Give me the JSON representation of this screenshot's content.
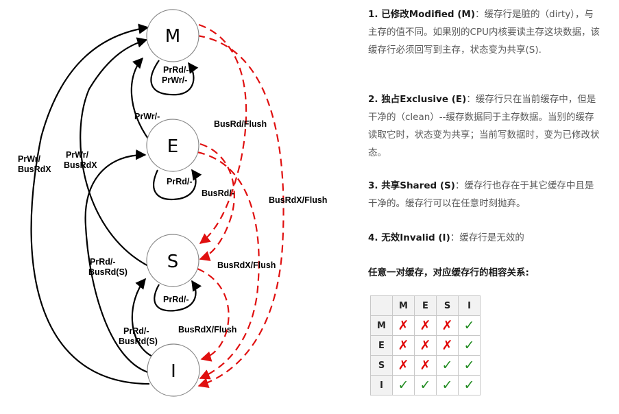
{
  "diagram": {
    "states": [
      {
        "id": "M",
        "label": "M"
      },
      {
        "id": "E",
        "label": "E"
      },
      {
        "id": "S",
        "label": "S"
      },
      {
        "id": "I",
        "label": "I"
      }
    ],
    "edge_labels": {
      "m_self": [
        "PrRd/-",
        "PrWr/-"
      ],
      "e_to_m": "PrWr/-",
      "e_self": "PrRd/-",
      "s_self": "PrRd/-",
      "i_to_m": [
        "PrWr/",
        "BusRdX"
      ],
      "s_to_m": [
        "PrWr/",
        "BusRdX"
      ],
      "i_to_e": [
        "PrRd/-",
        "BusRd(S)"
      ],
      "i_to_s": [
        "PrRd/-",
        "BusRd(S)"
      ],
      "m_to_s": "BusRd/Flush",
      "e_to_s": "BusRd/-",
      "m_to_i": "BusRdX/Flush",
      "e_to_i": "BusRdX/Flush",
      "s_to_i": "BusRdX/Flush"
    },
    "colors": {
      "processor_edge": "#000000",
      "bus_edge": "#e01010"
    }
  },
  "text": {
    "p1_title": "1. 已修改Modified (M)",
    "p1_body": "：缓存行是脏的（dirty），与主存的值不同。如果别的CPU内核要读主存这块数据，该缓存行必须回写到主存，状态变为共享(S).",
    "p2_title": "2. 独占Exclusive (E)",
    "p2_body": "：缓存行只在当前缓存中，但是干净的（clean）--缓存数据同于主存数据。当别的缓存读取它时，状态变为共享；当前写数据时，变为已修改状态。",
    "p3_title": "3. 共享Shared (S)",
    "p3_body": "：缓存行也存在于其它缓存中且是干净的。缓存行可以在任意时刻抛弃。",
    "p4_title": "4. 无效Invalid (I)",
    "p4_body": "：缓存行是无效的",
    "table_heading": "任意一对缓存，对应缓存行的相容关系:"
  },
  "table": {
    "columns": [
      "M",
      "E",
      "S",
      "I"
    ],
    "rows": [
      {
        "label": "M",
        "cells": [
          "✗",
          "✗",
          "✗",
          "✓"
        ]
      },
      {
        "label": "E",
        "cells": [
          "✗",
          "✗",
          "✗",
          "✓"
        ]
      },
      {
        "label": "S",
        "cells": [
          "✗",
          "✗",
          "✓",
          "✓"
        ]
      },
      {
        "label": "I",
        "cells": [
          "✓",
          "✓",
          "✓",
          "✓"
        ]
      }
    ]
  }
}
